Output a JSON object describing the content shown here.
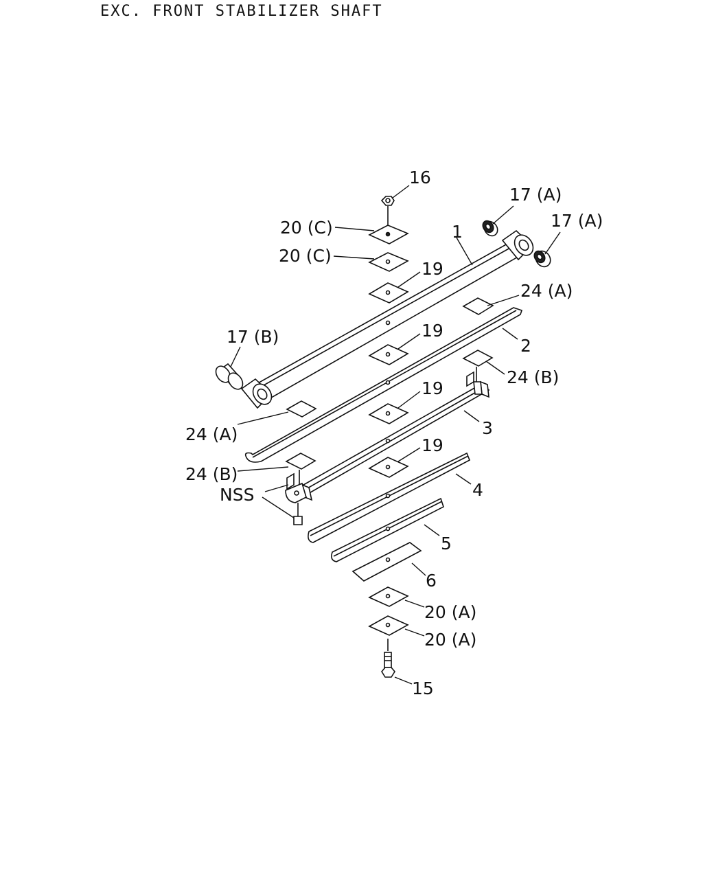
{
  "title": "EXC. FRONT STABILIZER SHAFT",
  "callouts": {
    "c1": "1",
    "c2": "2",
    "c3": "3",
    "c4": "4",
    "c5": "5",
    "c6": "6",
    "c15": "15",
    "c16": "16",
    "c17a_1": "17 (A)",
    "c17a_2": "17 (A)",
    "c17b": "17 (B)",
    "c19_1": "19",
    "c19_2": "19",
    "c19_3": "19",
    "c19_4": "19",
    "c20a_1": "20 (A)",
    "c20a_2": "20 (A)",
    "c20c_1": "20 (C)",
    "c20c_2": "20 (C)",
    "c24a_1": "24 (A)",
    "c24a_2": "24 (A)",
    "c24b_1": "24 (B)",
    "c24b_2": "24 (B)",
    "nss": "NSS"
  }
}
